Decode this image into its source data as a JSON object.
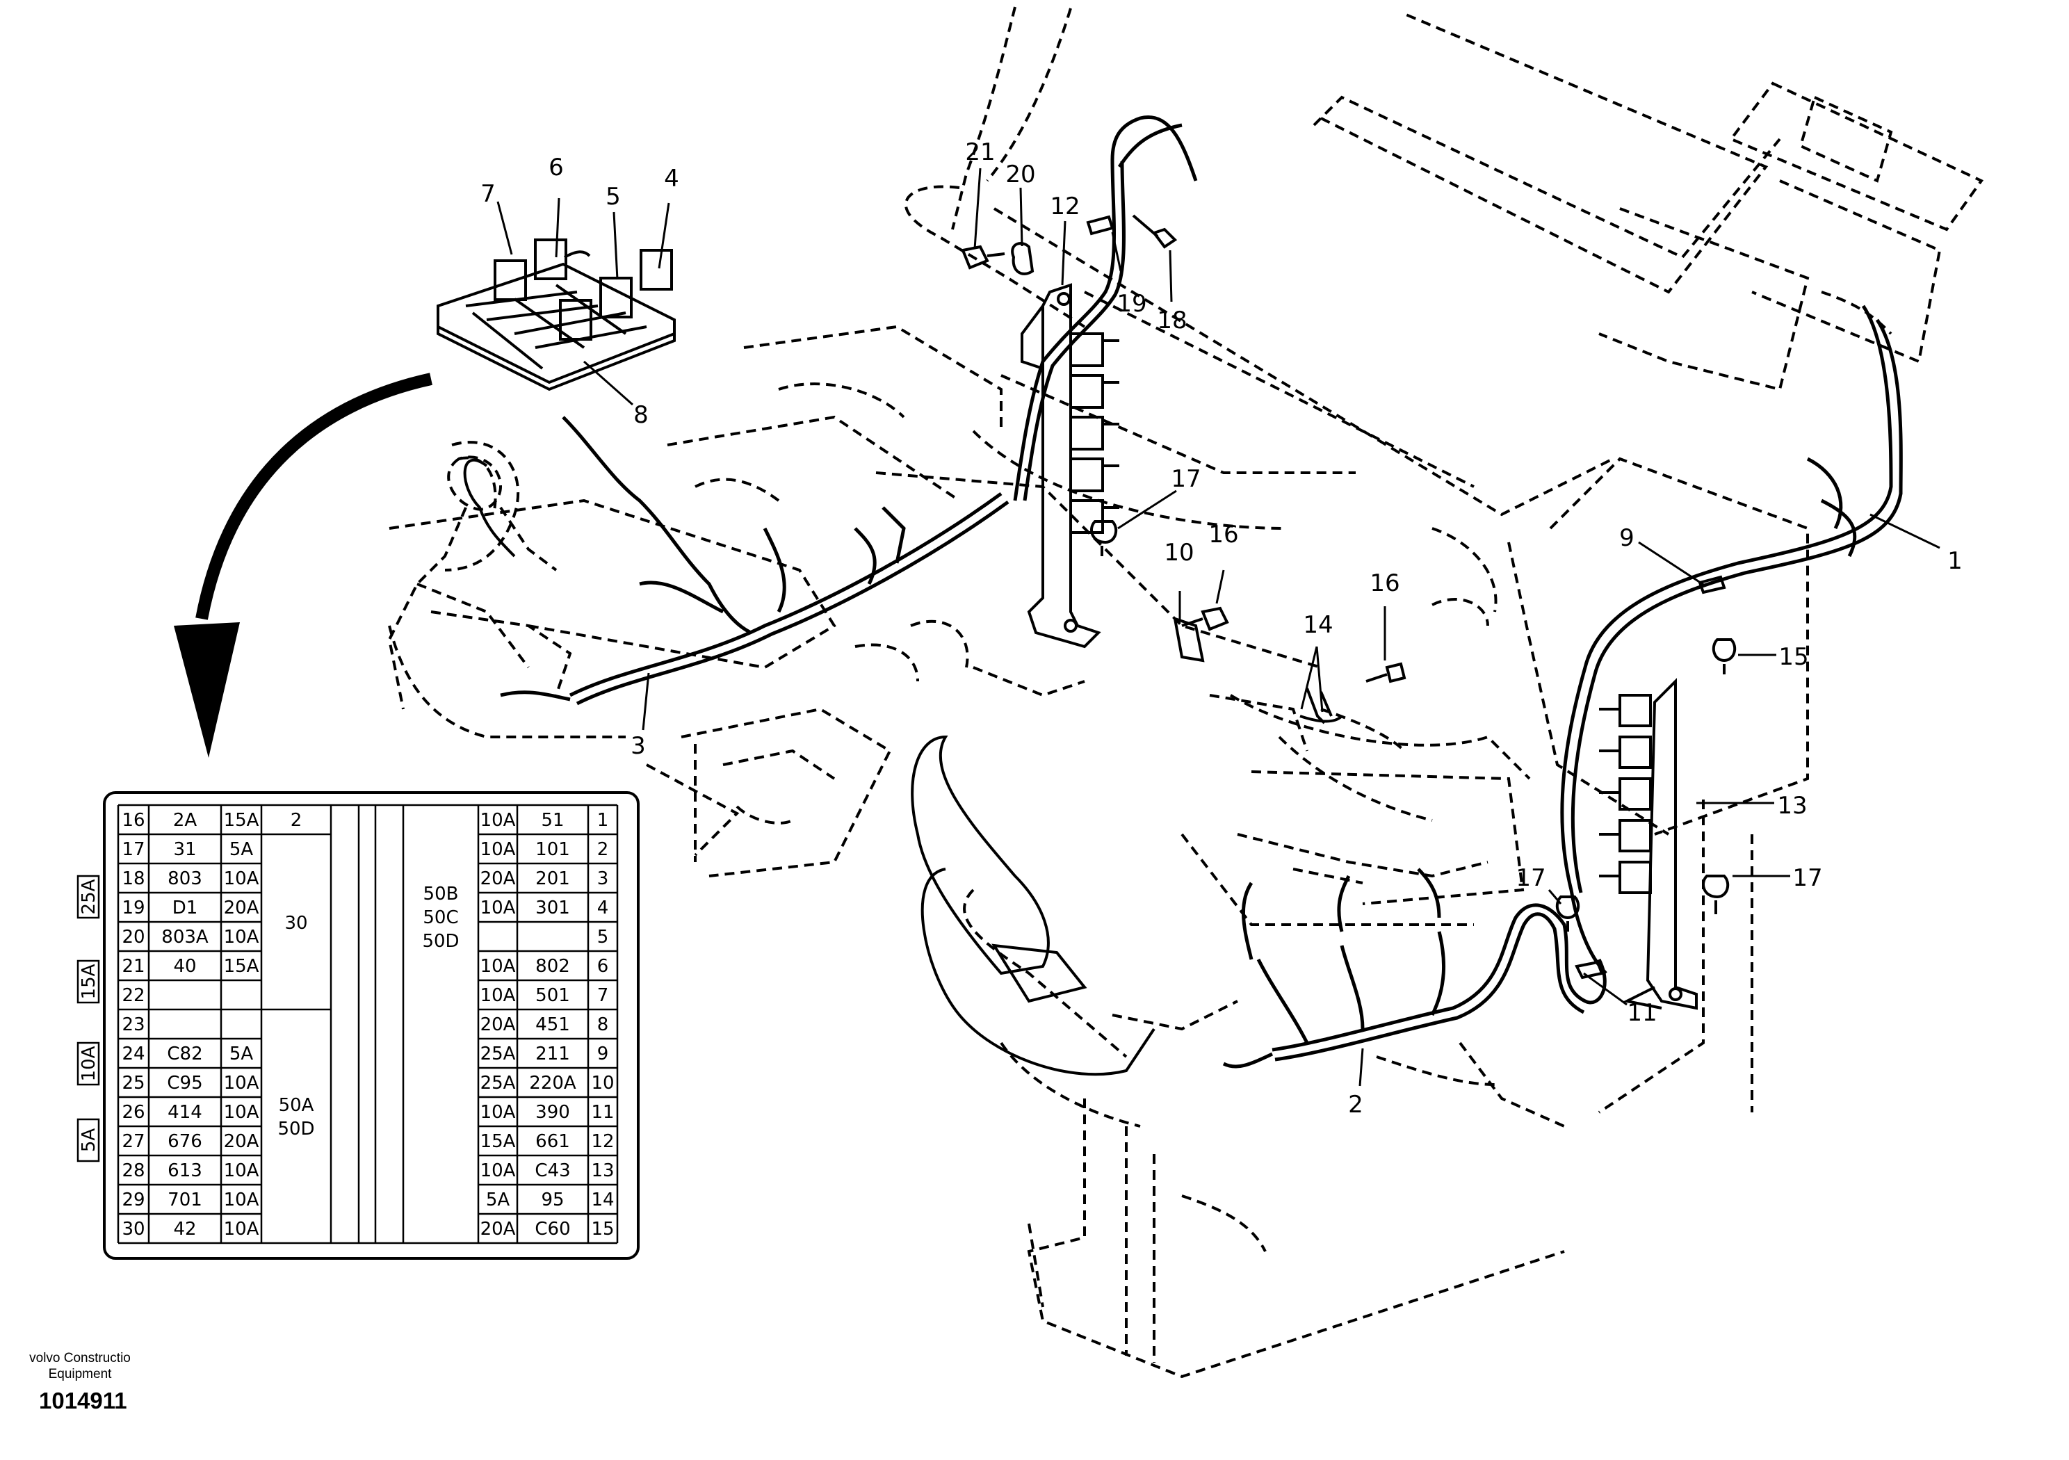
{
  "callouts": [
    "1",
    "2",
    "3",
    "4",
    "5",
    "6",
    "7",
    "8",
    "9",
    "10",
    "11",
    "12",
    "13",
    "14",
    "15",
    "16",
    "16",
    "17",
    "17",
    "17",
    "18",
    "19",
    "20",
    "21"
  ],
  "fuse_table": {
    "left_rows": [
      [
        "16",
        "2A",
        "15A"
      ],
      [
        "17",
        "31",
        "5A"
      ],
      [
        "18",
        "803",
        "10A"
      ],
      [
        "19",
        "D1",
        "20A"
      ],
      [
        "20",
        "803A",
        "10A"
      ],
      [
        "21",
        "40",
        "15A"
      ],
      [
        "22",
        "",
        ""
      ],
      [
        "23",
        "",
        ""
      ],
      [
        "24",
        "C82",
        "5A"
      ],
      [
        "25",
        "C95",
        "10A"
      ],
      [
        "26",
        "414",
        "10A"
      ],
      [
        "27",
        "676",
        "20A"
      ],
      [
        "28",
        "613",
        "10A"
      ],
      [
        "29",
        "701",
        "10A"
      ],
      [
        "30",
        "42",
        "10A"
      ]
    ],
    "right_rows": [
      [
        "10A",
        "51",
        "1"
      ],
      [
        "10A",
        "101",
        "2"
      ],
      [
        "20A",
        "201",
        "3"
      ],
      [
        "10A",
        "301",
        "4"
      ],
      [
        "",
        "",
        "5"
      ],
      [
        "10A",
        "802",
        "6"
      ],
      [
        "10A",
        "501",
        "7"
      ],
      [
        "20A",
        "451",
        "8"
      ],
      [
        "25A",
        "211",
        "9"
      ],
      [
        "25A",
        "220A",
        "10"
      ],
      [
        "10A",
        "390",
        "11"
      ],
      [
        "15A",
        "661",
        "12"
      ],
      [
        "10A",
        "C43",
        "13"
      ],
      [
        "5A",
        "95",
        "14"
      ],
      [
        "20A",
        "C60",
        "15"
      ]
    ],
    "relay_labels": {
      "top": "2",
      "upper": "30",
      "lower": [
        "50A",
        "50D"
      ],
      "right": [
        "50B",
        "50C",
        "50D"
      ]
    },
    "side_labels": [
      "25A",
      "15A",
      "10A",
      "5A"
    ]
  },
  "footer": {
    "company_line1": "volvo Constructio",
    "company_line2": "Equipment",
    "doc_number": "1014911"
  }
}
